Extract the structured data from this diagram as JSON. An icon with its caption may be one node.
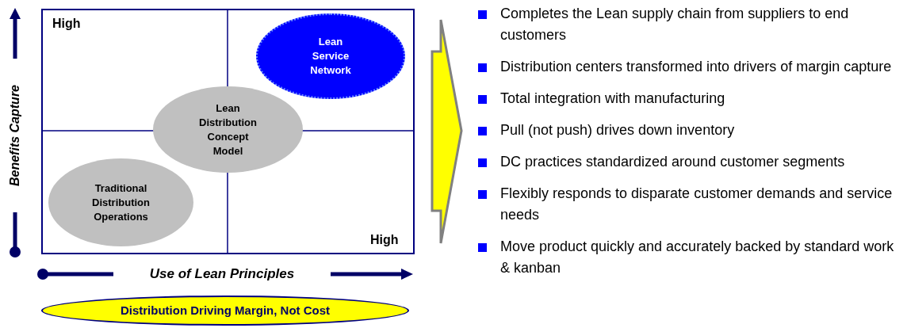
{
  "diagram": {
    "nodes": [
      {
        "text": [
          "Traditional Distribution Operations"
        ]
      },
      {
        "text": [
          "Lean Distribution Concept Model"
        ]
      },
      {
        "text": [
          "Lean Service Network"
        ]
      },
      {
        "text": [
          "Distribution Driving Margin, Not Cost"
        ]
      }
    ],
    "labels": [
      "High",
      "High",
      "Benefits Capture",
      "Use of Lean Principles",
      "Completes the Lean supply chain from suppliers to end customers",
      "Distribution centers transformed into drivers of margin capture",
      "Total integration with manufacturing",
      "Pull (not push) drives down inventory",
      "DC practices standardized around customer segments",
      "Flexibly responds to disparate customer demands and service needs",
      "Move product quickly and accurately backed by standard work & kanban"
    ]
  }
}
